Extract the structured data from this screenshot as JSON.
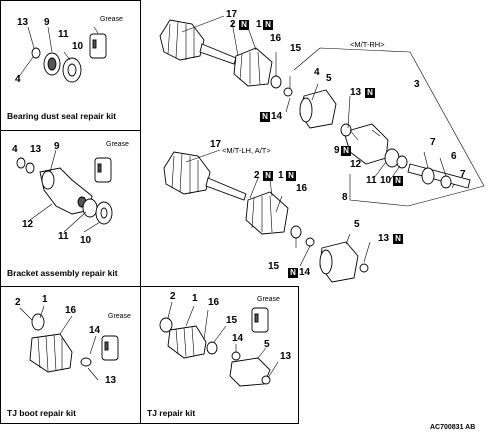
{
  "kits": {
    "bearing_dust_seal": "Bearing dust seal repair kit",
    "bracket_assembly": "Bracket assembly repair kit",
    "tj_boot": "TJ boot repair kit",
    "tj": "TJ repair kit"
  },
  "grease": "Grease",
  "variants": {
    "mt_rh": "<M/T-RH>",
    "mt_lh_at": "<M/T-LH, A/T>"
  },
  "n_mark": "N",
  "figure_id": "AC700831 AB",
  "labels": {
    "p1": "1",
    "p2": "2",
    "p3": "3",
    "p4": "4",
    "p5": "5",
    "p6": "6",
    "p7": "7",
    "p8": "8",
    "p9": "9",
    "p10": "10",
    "p11": "11",
    "p12": "12",
    "p13": "13",
    "p14": "14",
    "p15": "15",
    "p16": "16",
    "p17": "17"
  }
}
